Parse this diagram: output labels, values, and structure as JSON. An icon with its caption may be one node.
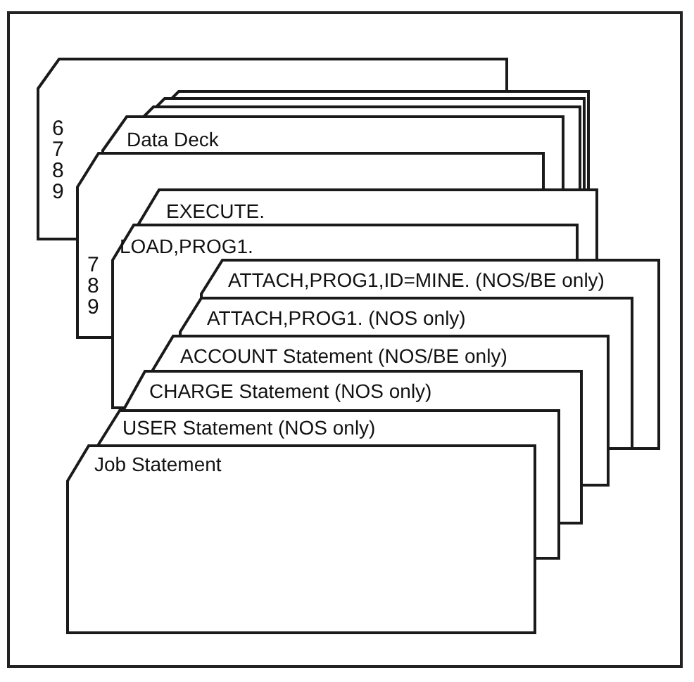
{
  "diagram": {
    "nodes": [
      {
        "text": [
          "6 7 8 9"
        ]
      },
      {
        "text": [],
        "shape": "box"
      },
      {
        "text": [],
        "shape": "box"
      },
      {
        "text": [],
        "shape": "box"
      },
      {
        "text": [
          "Data Deck"
        ]
      },
      {
        "text": [
          "7 8 9"
        ]
      },
      {
        "text": [
          "EXECUTE."
        ]
      },
      {
        "text": [
          "LOAD,PROG1."
        ]
      },
      {
        "text": [
          "ATTACH,PROG1,ID=MINE. (NOS/BE only)"
        ]
      },
      {
        "text": [
          "ATTACH,PROG1. (NOS only)"
        ]
      },
      {
        "text": [
          "ACCOUNT Statement (NOS/BE only)"
        ]
      },
      {
        "text": [
          "CHARGE Statement (NOS only)"
        ]
      },
      {
        "text": [
          "USER Statement (NOS only)"
        ]
      },
      {
        "text": [
          "Job Statement"
        ]
      }
    ]
  }
}
